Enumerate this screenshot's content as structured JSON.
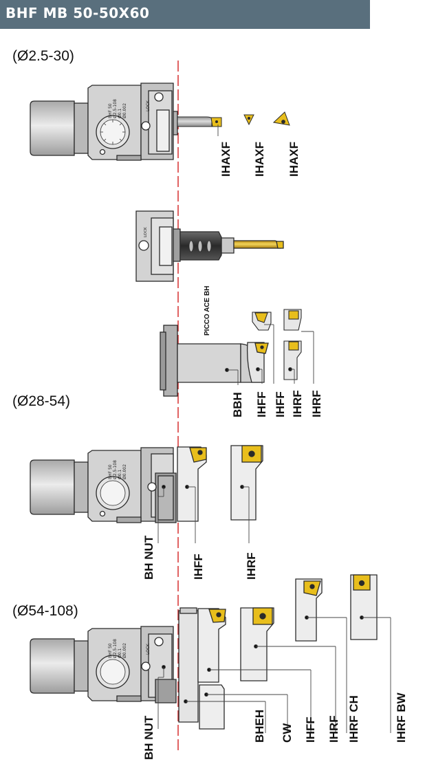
{
  "header": {
    "title": "BHF MB 50-50X60",
    "band_color": "#596f7d"
  },
  "sections": [
    {
      "id": "small",
      "label": "(Ø2.5-30)"
    },
    {
      "id": "medium",
      "label": "(Ø28-54)"
    },
    {
      "id": "large",
      "label": "(Ø54-108)"
    }
  ],
  "head_engraving": [
    "BHF 50",
    "Ø2.5-108",
    "Ø0.1",
    "Ø0.002"
  ],
  "lock_text": "LOCK",
  "parts": {
    "s1": [
      "IHAXF",
      "IHAXF",
      "IHAXF"
    ],
    "s1b": [
      "PICCO ACE BH"
    ],
    "s1c": [
      "BBH",
      "IHFF",
      "IHFF",
      "IHRF",
      "IHRF"
    ],
    "s2": [
      "BH NUT",
      "IHFF",
      "IHRF"
    ],
    "s3": [
      "BH NUT",
      "BHEH",
      "CW",
      "IHFF",
      "IHRF",
      "IHRF CH",
      "IHRF BW"
    ]
  },
  "colors": {
    "body": "#d3d3d3",
    "body_dark": "#a4a4a4",
    "body_edge": "#2a2a2a",
    "insert": "#e8be1c",
    "centerline": "#d22020"
  },
  "icons": [
    "dial-icon",
    "lock-icon",
    "insert-icon",
    "boring-bar-icon",
    "cartridge-icon"
  ]
}
